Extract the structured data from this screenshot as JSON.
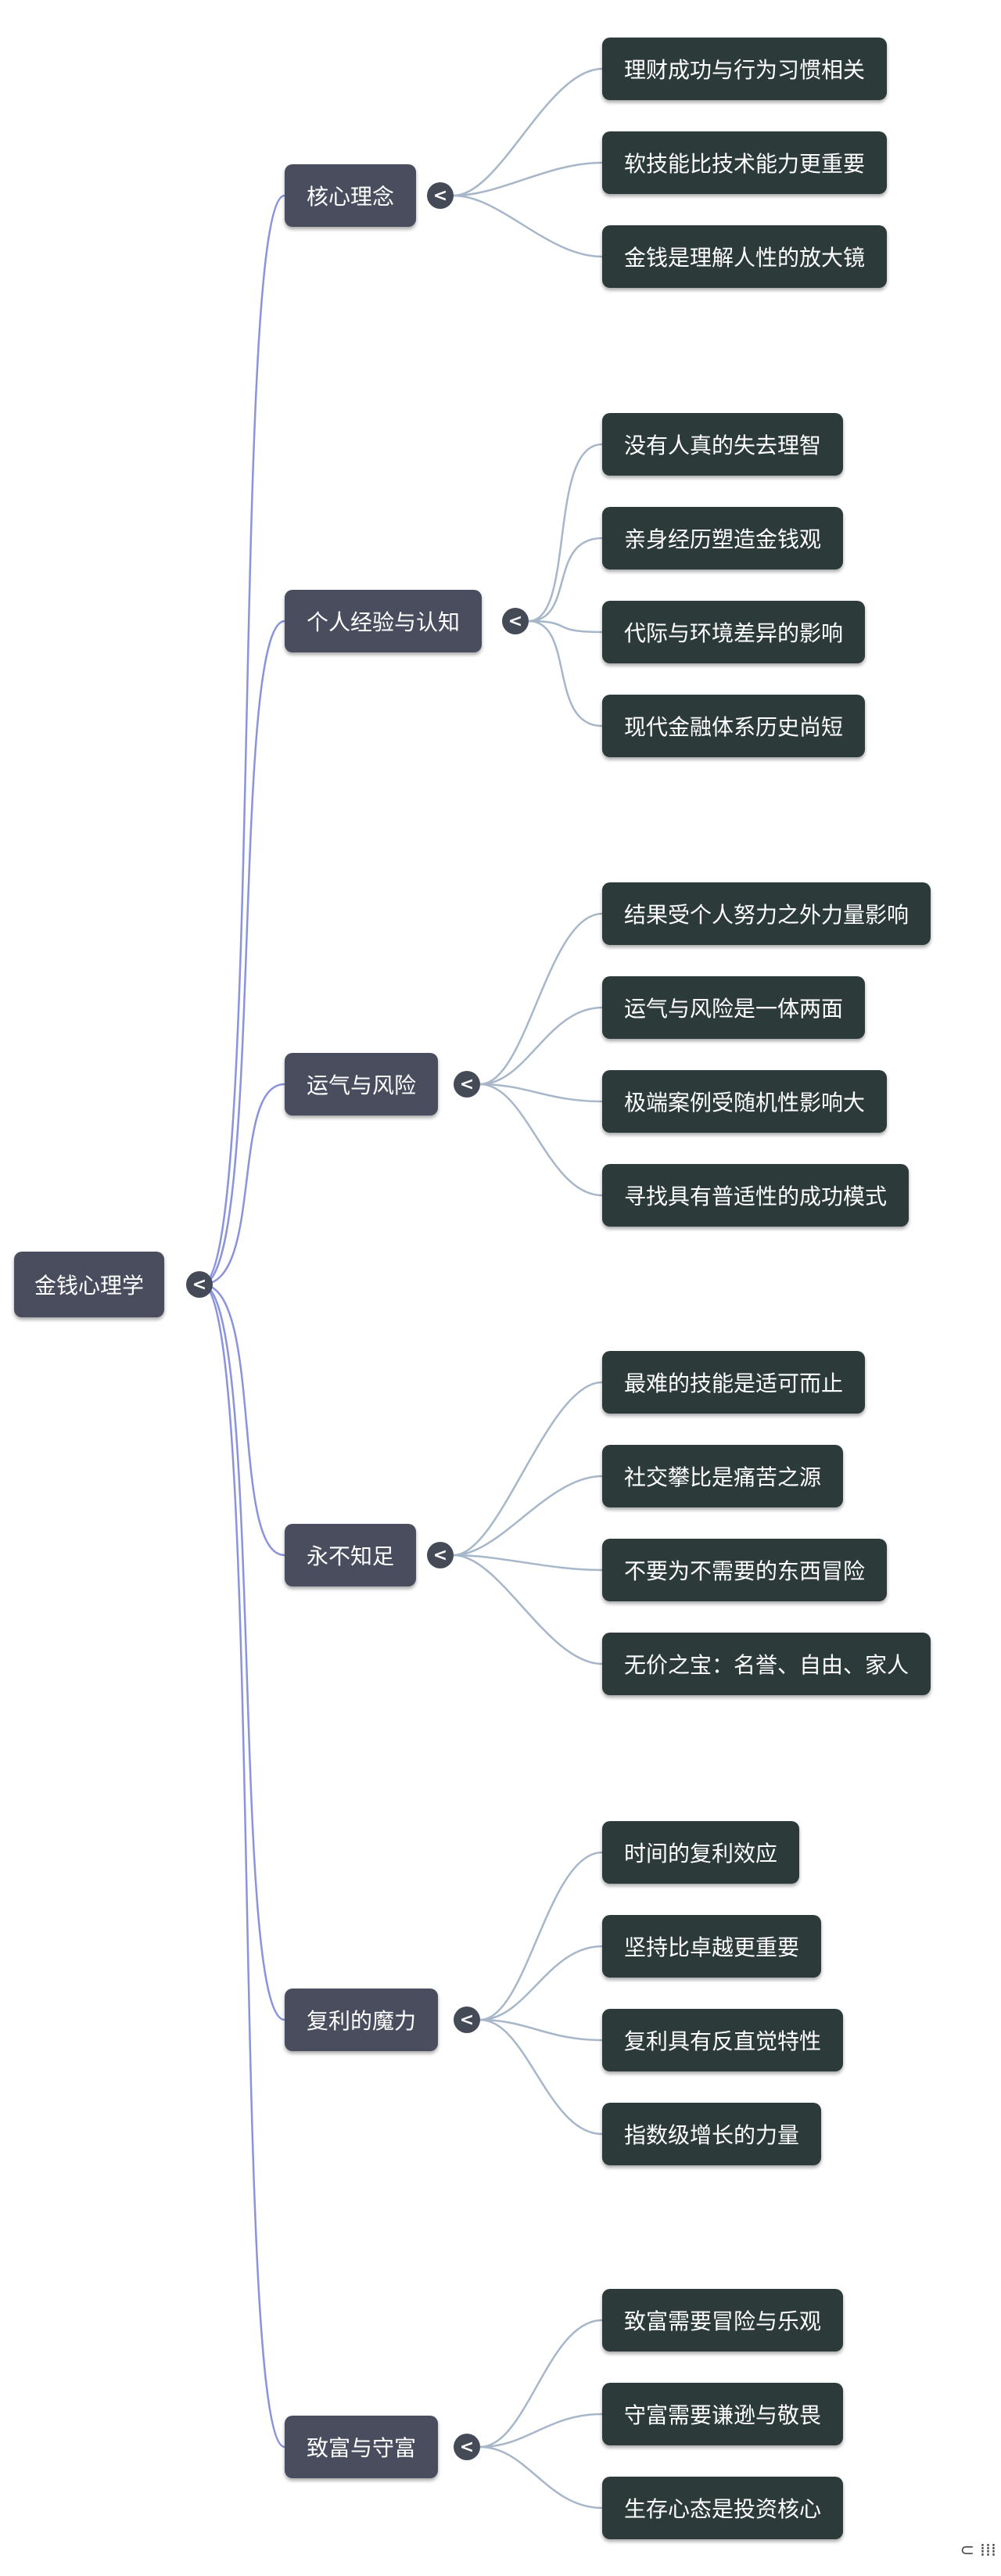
{
  "root": {
    "label": "金钱心理学"
  },
  "toggle_symbol": "<",
  "colors": {
    "branch_bg": "#4a4d5e",
    "leaf_bg": "#2c3a39",
    "link_root": "#8a93dc",
    "link_leaf": "#a7b7c9"
  },
  "branches": [
    {
      "label": "核心理念",
      "children": [
        "理财成功与行为习惯相关",
        "软技能比技术能力更重要",
        "金钱是理解人性的放大镜"
      ]
    },
    {
      "label": "个人经验与认知",
      "children": [
        "没有人真的失去理智",
        "亲身经历塑造金钱观",
        "代际与环境差异的影响",
        "现代金融体系历史尚短"
      ]
    },
    {
      "label": "运气与风险",
      "children": [
        "结果受个人努力之外力量影响",
        "运气与风险是一体两面",
        "极端案例受随机性影响大",
        "寻找具有普适性的成功模式"
      ]
    },
    {
      "label": "永不知足",
      "children": [
        "最难的技能是适可而止",
        "社交攀比是痛苦之源",
        "不要为不需要的东西冒险",
        "无价之宝：名誉、自由、家人"
      ]
    },
    {
      "label": "复利的魔力",
      "children": [
        "时间的复利效应",
        "坚持比卓越更重要",
        "复利具有反直觉特性",
        "指数级增长的力量"
      ]
    },
    {
      "label": "致富与守富",
      "children": [
        "致富需要冒险与乐观",
        "守富需要谦逊与敬畏",
        "生存心态是投资核心"
      ]
    }
  ]
}
